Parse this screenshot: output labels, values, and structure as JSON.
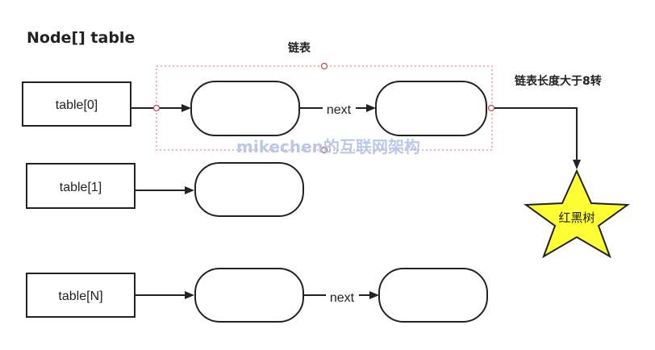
{
  "title": "Node[] table",
  "linked_list_label": "链表",
  "convert_label": "链表长度大于8转",
  "tree_label": "红黑树",
  "next_label_1": "next",
  "next_label_2": "next",
  "watermark": "mikechen的互联网架构",
  "table_rows": [
    {
      "label": "table[0]"
    },
    {
      "label": "table[1]"
    },
    {
      "label": "table[N]"
    }
  ],
  "colors": {
    "stroke": "#222222",
    "dotted_border": "#e8a0a0",
    "connector": "#c0504d",
    "star_fill": "#ffff33",
    "watermark": "#aebfe6"
  }
}
